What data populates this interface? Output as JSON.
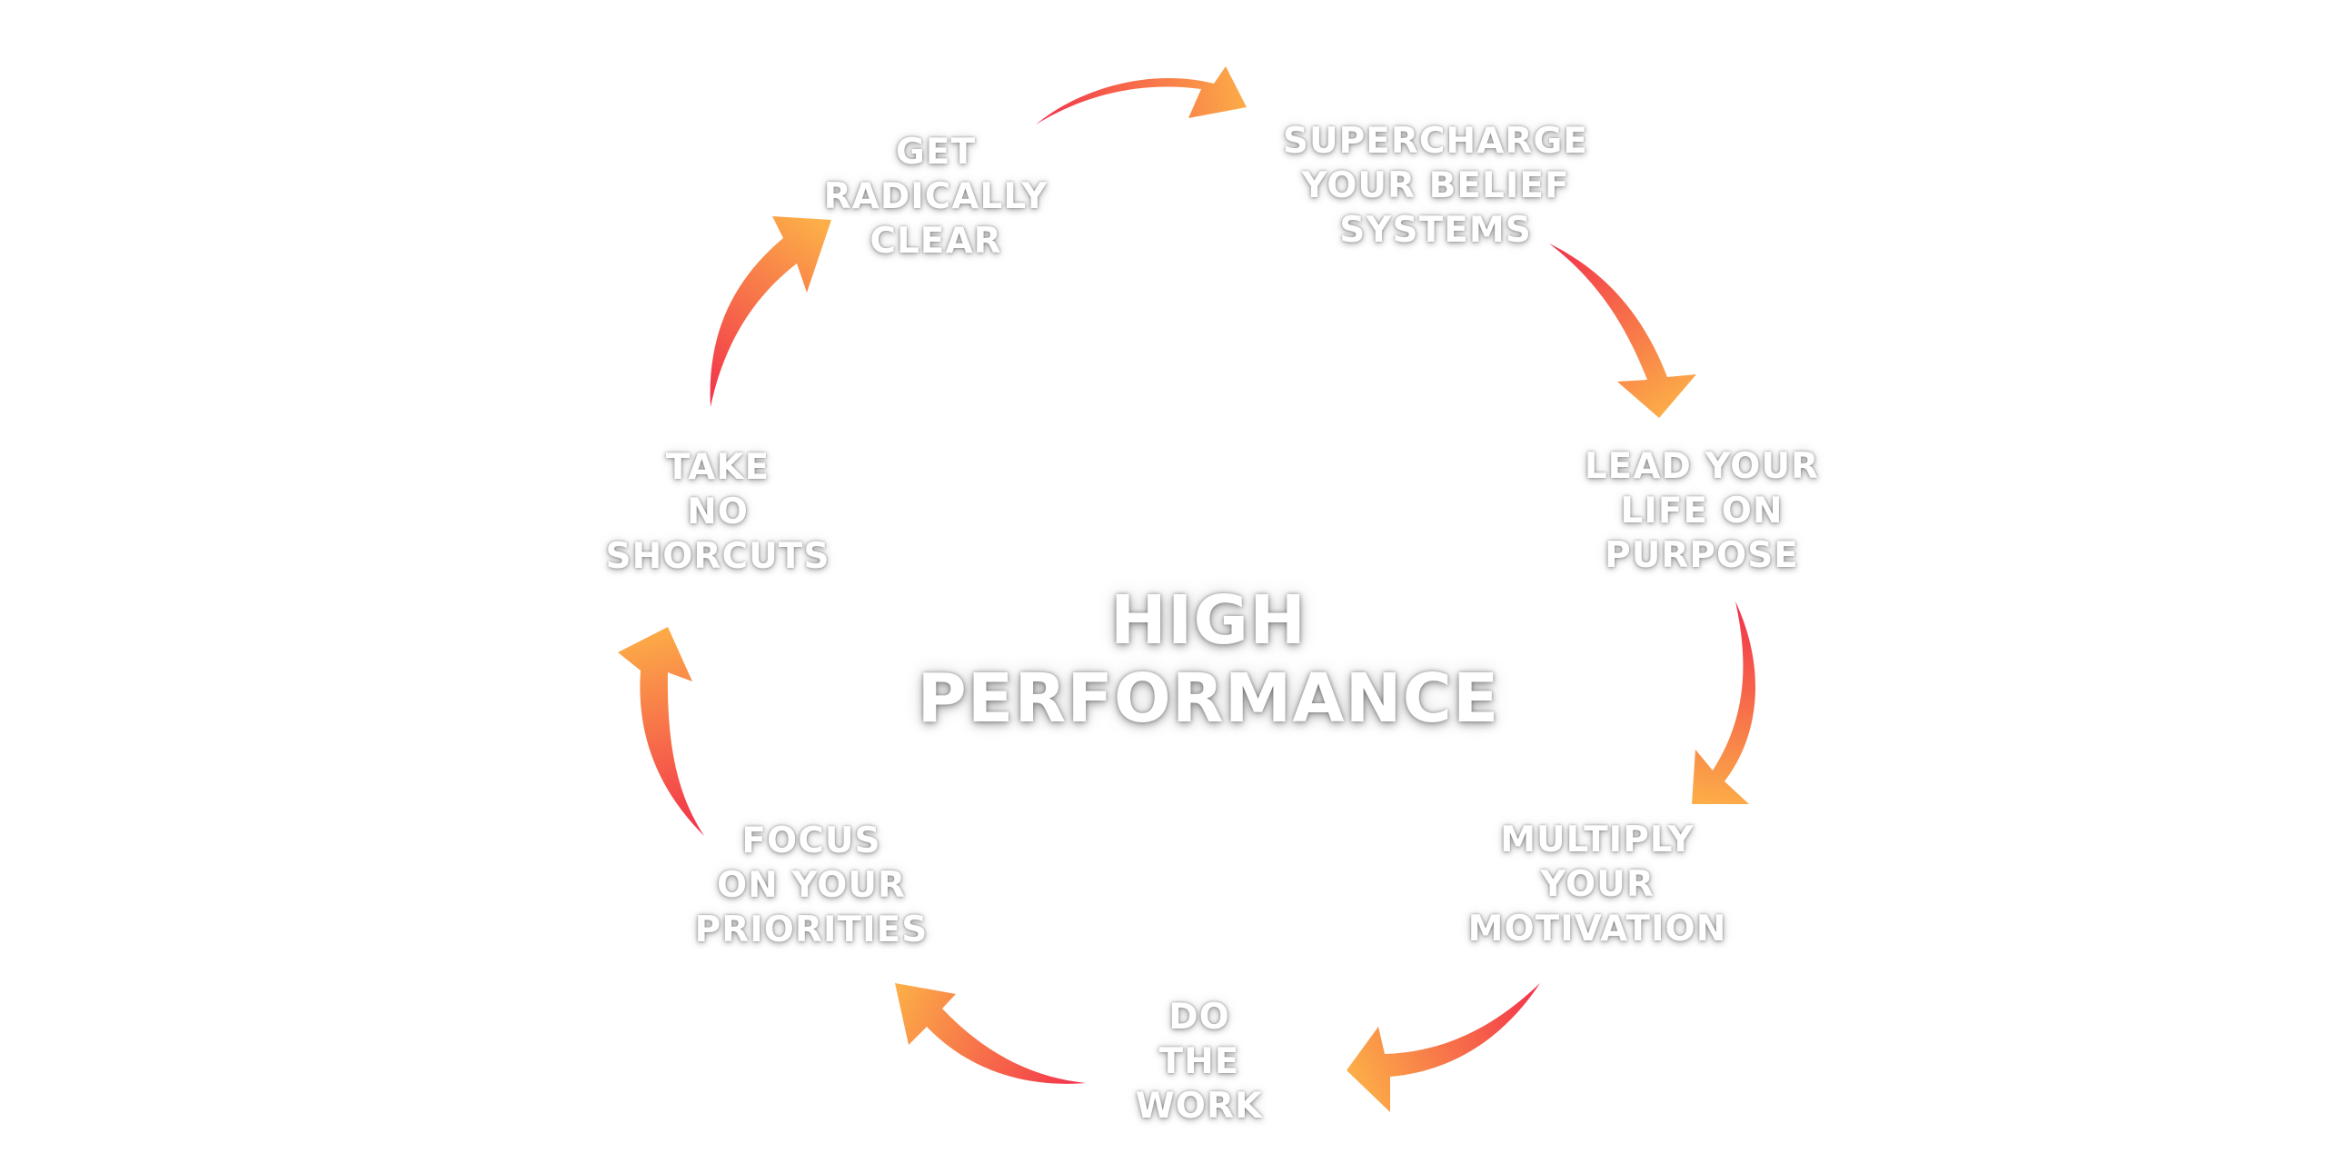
{
  "diagram": {
    "title_lines": [
      "HIGH",
      "PERFORMANCE"
    ],
    "colors": {
      "arrow_start": "#f2304b",
      "arrow_end": "#fcae48",
      "label_text": "#ffffff",
      "background": "#ffffff"
    },
    "steps": [
      {
        "lines": [
          "GET",
          "RADICALLY",
          "CLEAR"
        ]
      },
      {
        "lines": [
          "SUPERCHARGE",
          "YOUR BELIEF",
          "SYSTEMS"
        ]
      },
      {
        "lines": [
          "LEAD YOUR",
          "LIFE ON",
          "PURPOSE"
        ]
      },
      {
        "lines": [
          "MULTIPLY",
          "YOUR",
          "MOTIVATION"
        ]
      },
      {
        "lines": [
          "DO",
          "THE",
          "WORK"
        ]
      },
      {
        "lines": [
          "FOCUS",
          "ON YOUR",
          "PRIORITIES"
        ]
      },
      {
        "lines": [
          "TAKE",
          "NO",
          "SHORCUTS"
        ]
      }
    ]
  }
}
